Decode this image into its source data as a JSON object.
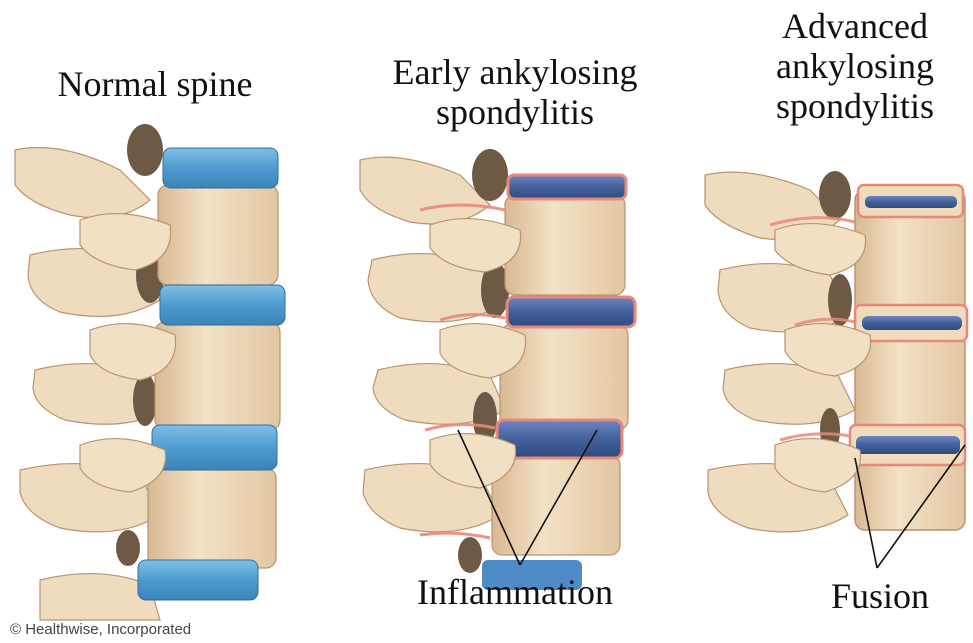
{
  "panels": [
    {
      "title_lines": [
        "Normal spine"
      ]
    },
    {
      "title_lines": [
        "Early ankylosing",
        "spondylitis"
      ]
    },
    {
      "title_lines": [
        "Advanced",
        "ankylosing",
        "spondylitis"
      ]
    }
  ],
  "annotations": {
    "inflammation": "Inflammation",
    "fusion": "Fusion"
  },
  "credit": "© Healthwise, Incorporated",
  "colors": {
    "bone": "#efd9b8",
    "bone_shadow": "#c9a57e",
    "disc_normal": "#5ea9d6",
    "disc_early": "#4c6fa8",
    "inflammation": "#e8887a"
  }
}
